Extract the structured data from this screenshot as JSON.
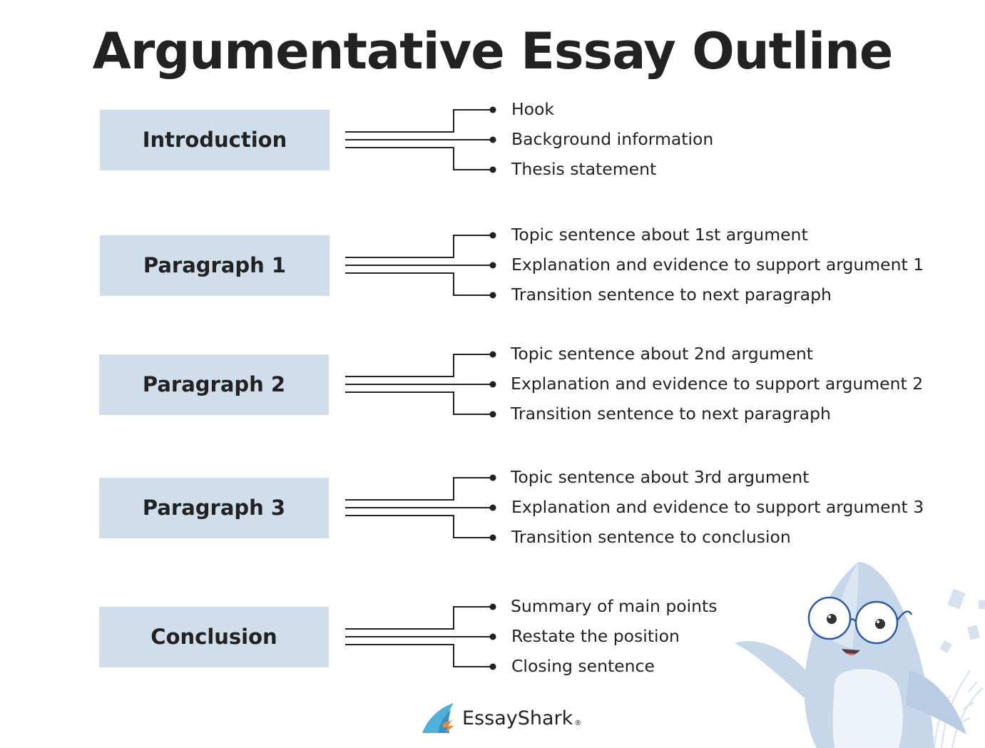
{
  "title": "Argumentative Essay Outline",
  "colors": {
    "box_fill": "#d0deec",
    "text": "#222222",
    "line": "#222222"
  },
  "sections": [
    {
      "label": "Introduction",
      "items": [
        "Hook",
        "Background information",
        "Thesis statement"
      ]
    },
    {
      "label": "Paragraph 1",
      "items": [
        "Topic sentence about 1st argument",
        "Explanation and evidence to support argument 1",
        "Transition sentence to next paragraph"
      ]
    },
    {
      "label": "Paragraph 2",
      "items": [
        "Topic sentence about 2nd argument",
        "Explanation and evidence to support argument 2",
        "Transition sentence to next paragraph"
      ]
    },
    {
      "label": "Paragraph 3",
      "items": [
        "Topic sentence about 3rd argument",
        "Explanation and evidence to support argument 3",
        "Transition sentence to conclusion"
      ]
    },
    {
      "label": "Conclusion",
      "items": [
        "Summary of main points",
        "Restate the position",
        "Closing sentence"
      ]
    }
  ],
  "brand": {
    "name": "EssayShark",
    "mark": "®"
  }
}
